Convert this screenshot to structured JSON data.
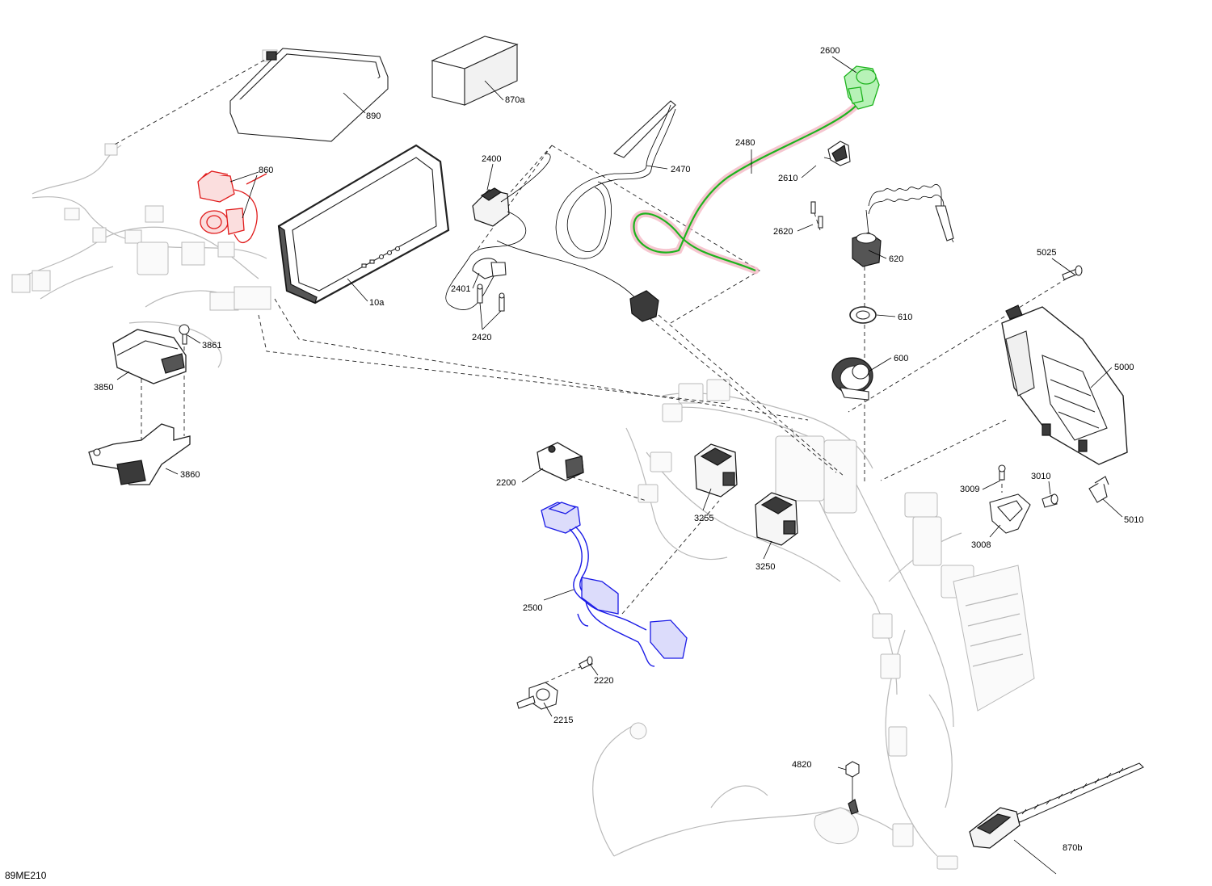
{
  "drawing_code": "89ME210",
  "callouts": {
    "c890": "890",
    "c870a": "870a",
    "c860": "860",
    "c10a": "10a",
    "c2400": "2400",
    "c2470": "2470",
    "c2480": "2480",
    "c2600": "2600",
    "c2610": "2610",
    "c2620": "2620",
    "c620": "620",
    "c2401": "2401",
    "c2420": "2420",
    "c610": "610",
    "c600": "600",
    "c5025": "5025",
    "c5000": "5000",
    "c3861": "3861",
    "c3850": "3850",
    "c3860": "3860",
    "c2200": "2200",
    "c3255": "3255",
    "c3250": "3250",
    "c3009": "3009",
    "c3010": "3010",
    "c3008": "3008",
    "c5010": "5010",
    "c2500": "2500",
    "c2220": "2220",
    "c2215": "2215",
    "c4820": "4820",
    "c870b": "870b"
  },
  "highlight_colors": {
    "part_860": "#e01b1b",
    "part_2500": "#1a1ae6",
    "part_2480_2600": "#1db31d",
    "harness": "#b9b9b9"
  }
}
